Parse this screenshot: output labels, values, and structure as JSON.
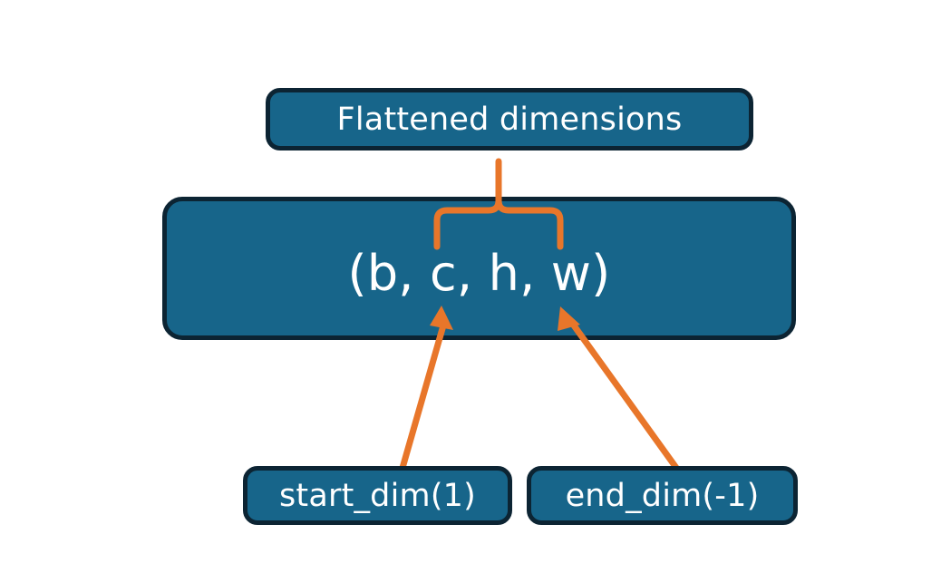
{
  "diagram": {
    "title": "torch flatten dimensions diagram",
    "background_color": "#ffffff",
    "node_fill_color": "#17658a",
    "node_border_color": "#0c2433",
    "node_text_color": "#ffffff",
    "connector_color": "#e8762a",
    "nodes": {
      "flattened": {
        "label": "Flattened dimensions",
        "role": "annotation-box-top"
      },
      "shape": {
        "label": "(b, c, h, w)",
        "role": "tensor-shape-box",
        "dims": [
          "b",
          "c",
          "h",
          "w"
        ]
      },
      "start_dim": {
        "label": "start_dim(1)",
        "role": "parameter-box",
        "param": "start_dim",
        "value": "1"
      },
      "end_dim": {
        "label": "end_dim(-1)",
        "role": "parameter-box",
        "param": "end_dim",
        "value": "-1"
      }
    },
    "connectors": [
      {
        "name": "brace-to-flattened",
        "type": "curly-brace-up",
        "from": "shape dims c..w",
        "to": "flattened",
        "color": "#e8762a"
      },
      {
        "name": "start-dim-arrow",
        "type": "arrow",
        "from": "start_dim",
        "to": "shape dim c",
        "color": "#e8762a"
      },
      {
        "name": "end-dim-arrow",
        "type": "arrow",
        "from": "end_dim",
        "to": "shape dim w",
        "color": "#e8762a"
      }
    ]
  }
}
